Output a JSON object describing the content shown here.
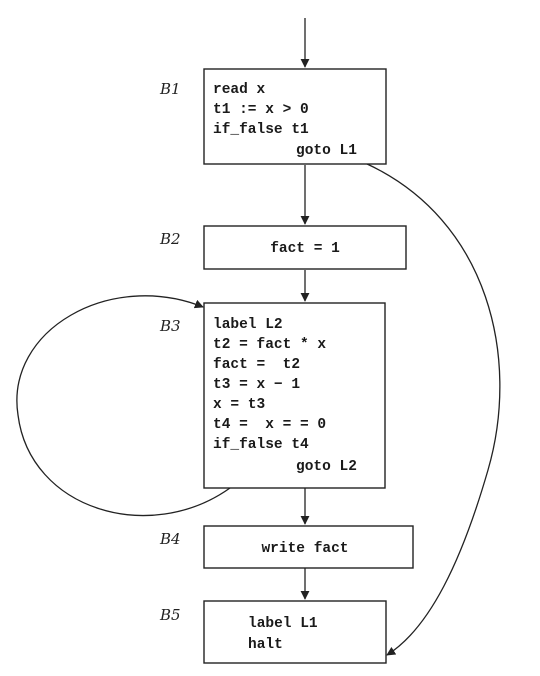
{
  "blocks": [
    {
      "id": "B1",
      "label": "B1",
      "lines": [
        "read x",
        "t1 := x > 0",
        "if_false t1",
        "goto L1"
      ]
    },
    {
      "id": "B2",
      "label": "B2",
      "lines": [
        "fact = 1"
      ]
    },
    {
      "id": "B3",
      "label": "B3",
      "lines": [
        "label L2",
        "t2 = fact * x",
        "fact =  t2",
        "t3 = x − 1",
        "x = t3",
        "t4 =  x = = 0",
        "if_false t4",
        "goto L2"
      ]
    },
    {
      "id": "B4",
      "label": "B4",
      "lines": [
        "write fact"
      ]
    },
    {
      "id": "B5",
      "label": "B5",
      "lines": [
        "label L1",
        "halt"
      ]
    }
  ],
  "edges": [
    {
      "from": "entry",
      "to": "B1"
    },
    {
      "from": "B1",
      "to": "B2"
    },
    {
      "from": "B2",
      "to": "B3"
    },
    {
      "from": "B3",
      "to": "B3"
    },
    {
      "from": "B3",
      "to": "B4"
    },
    {
      "from": "B4",
      "to": "B5"
    },
    {
      "from": "B1",
      "to": "B5"
    }
  ]
}
